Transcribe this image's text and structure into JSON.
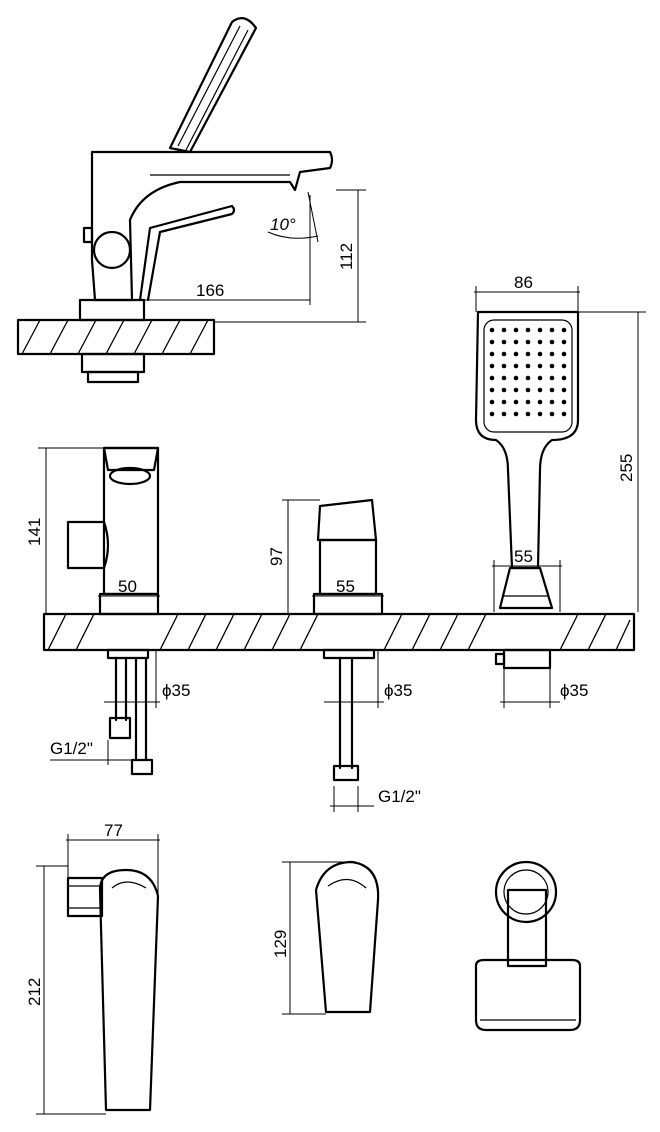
{
  "labels": {
    "spout_reach": "166",
    "spout_height": "112",
    "tilt_angle": "10°",
    "hand_shower_width": "86",
    "hand_shower_length": "255",
    "hand_shower_base": "55",
    "left_height": "141",
    "left_base": "50",
    "center_height": "97",
    "center_base": "55",
    "dia_left": "ϕ35",
    "dia_center": "ϕ35",
    "dia_right": "ϕ35",
    "thread_left": "G1/2\"",
    "thread_center": "G1/2\"",
    "top_view_width": "77",
    "top_view_length": "212",
    "handle_top_length": "129"
  }
}
